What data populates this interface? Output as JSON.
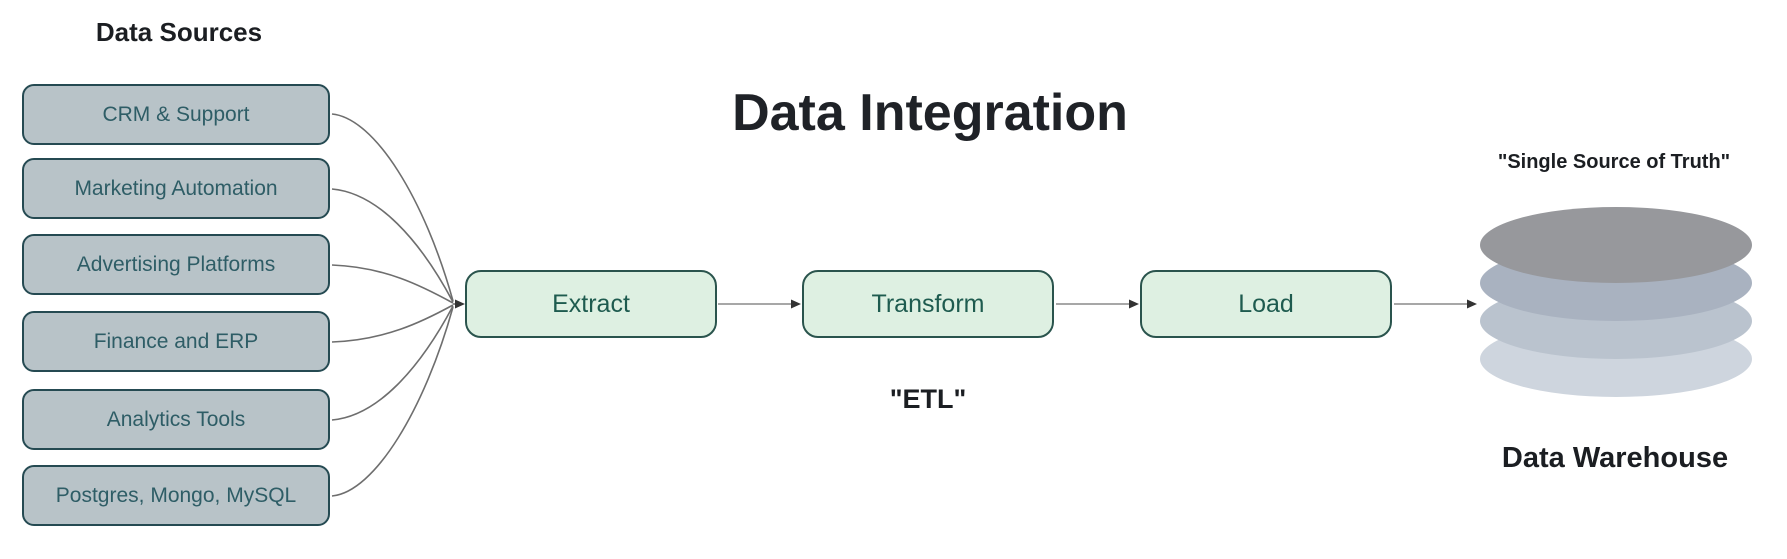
{
  "diagram": {
    "title": "Data Integration",
    "sources_heading": "Data Sources",
    "etl_caption": "\"ETL\"",
    "single_source_caption": "\"Single Source of Truth\"",
    "warehouse_caption": "Data Warehouse",
    "sources": [
      "CRM & Support",
      "Marketing Automation",
      "Advertising Platforms",
      "Finance and ERP",
      "Analytics Tools",
      "Postgres, Mongo, MySQL"
    ],
    "steps": [
      "Extract",
      "Transform",
      "Load"
    ],
    "colors": {
      "source_fill": "#b8c3c8",
      "source_border": "#254a52",
      "source_text": "#2e5d66",
      "step_fill": "#def0e2",
      "step_border": "#2a544d",
      "step_text": "#1e5b4f",
      "connector": "#6e6e6e",
      "arrowhead": "#333333",
      "title_text": "#1f2227",
      "cylinder_discs": [
        "#97989c",
        "#a9b2c0",
        "#bac3ce",
        "#ced5de"
      ]
    }
  }
}
